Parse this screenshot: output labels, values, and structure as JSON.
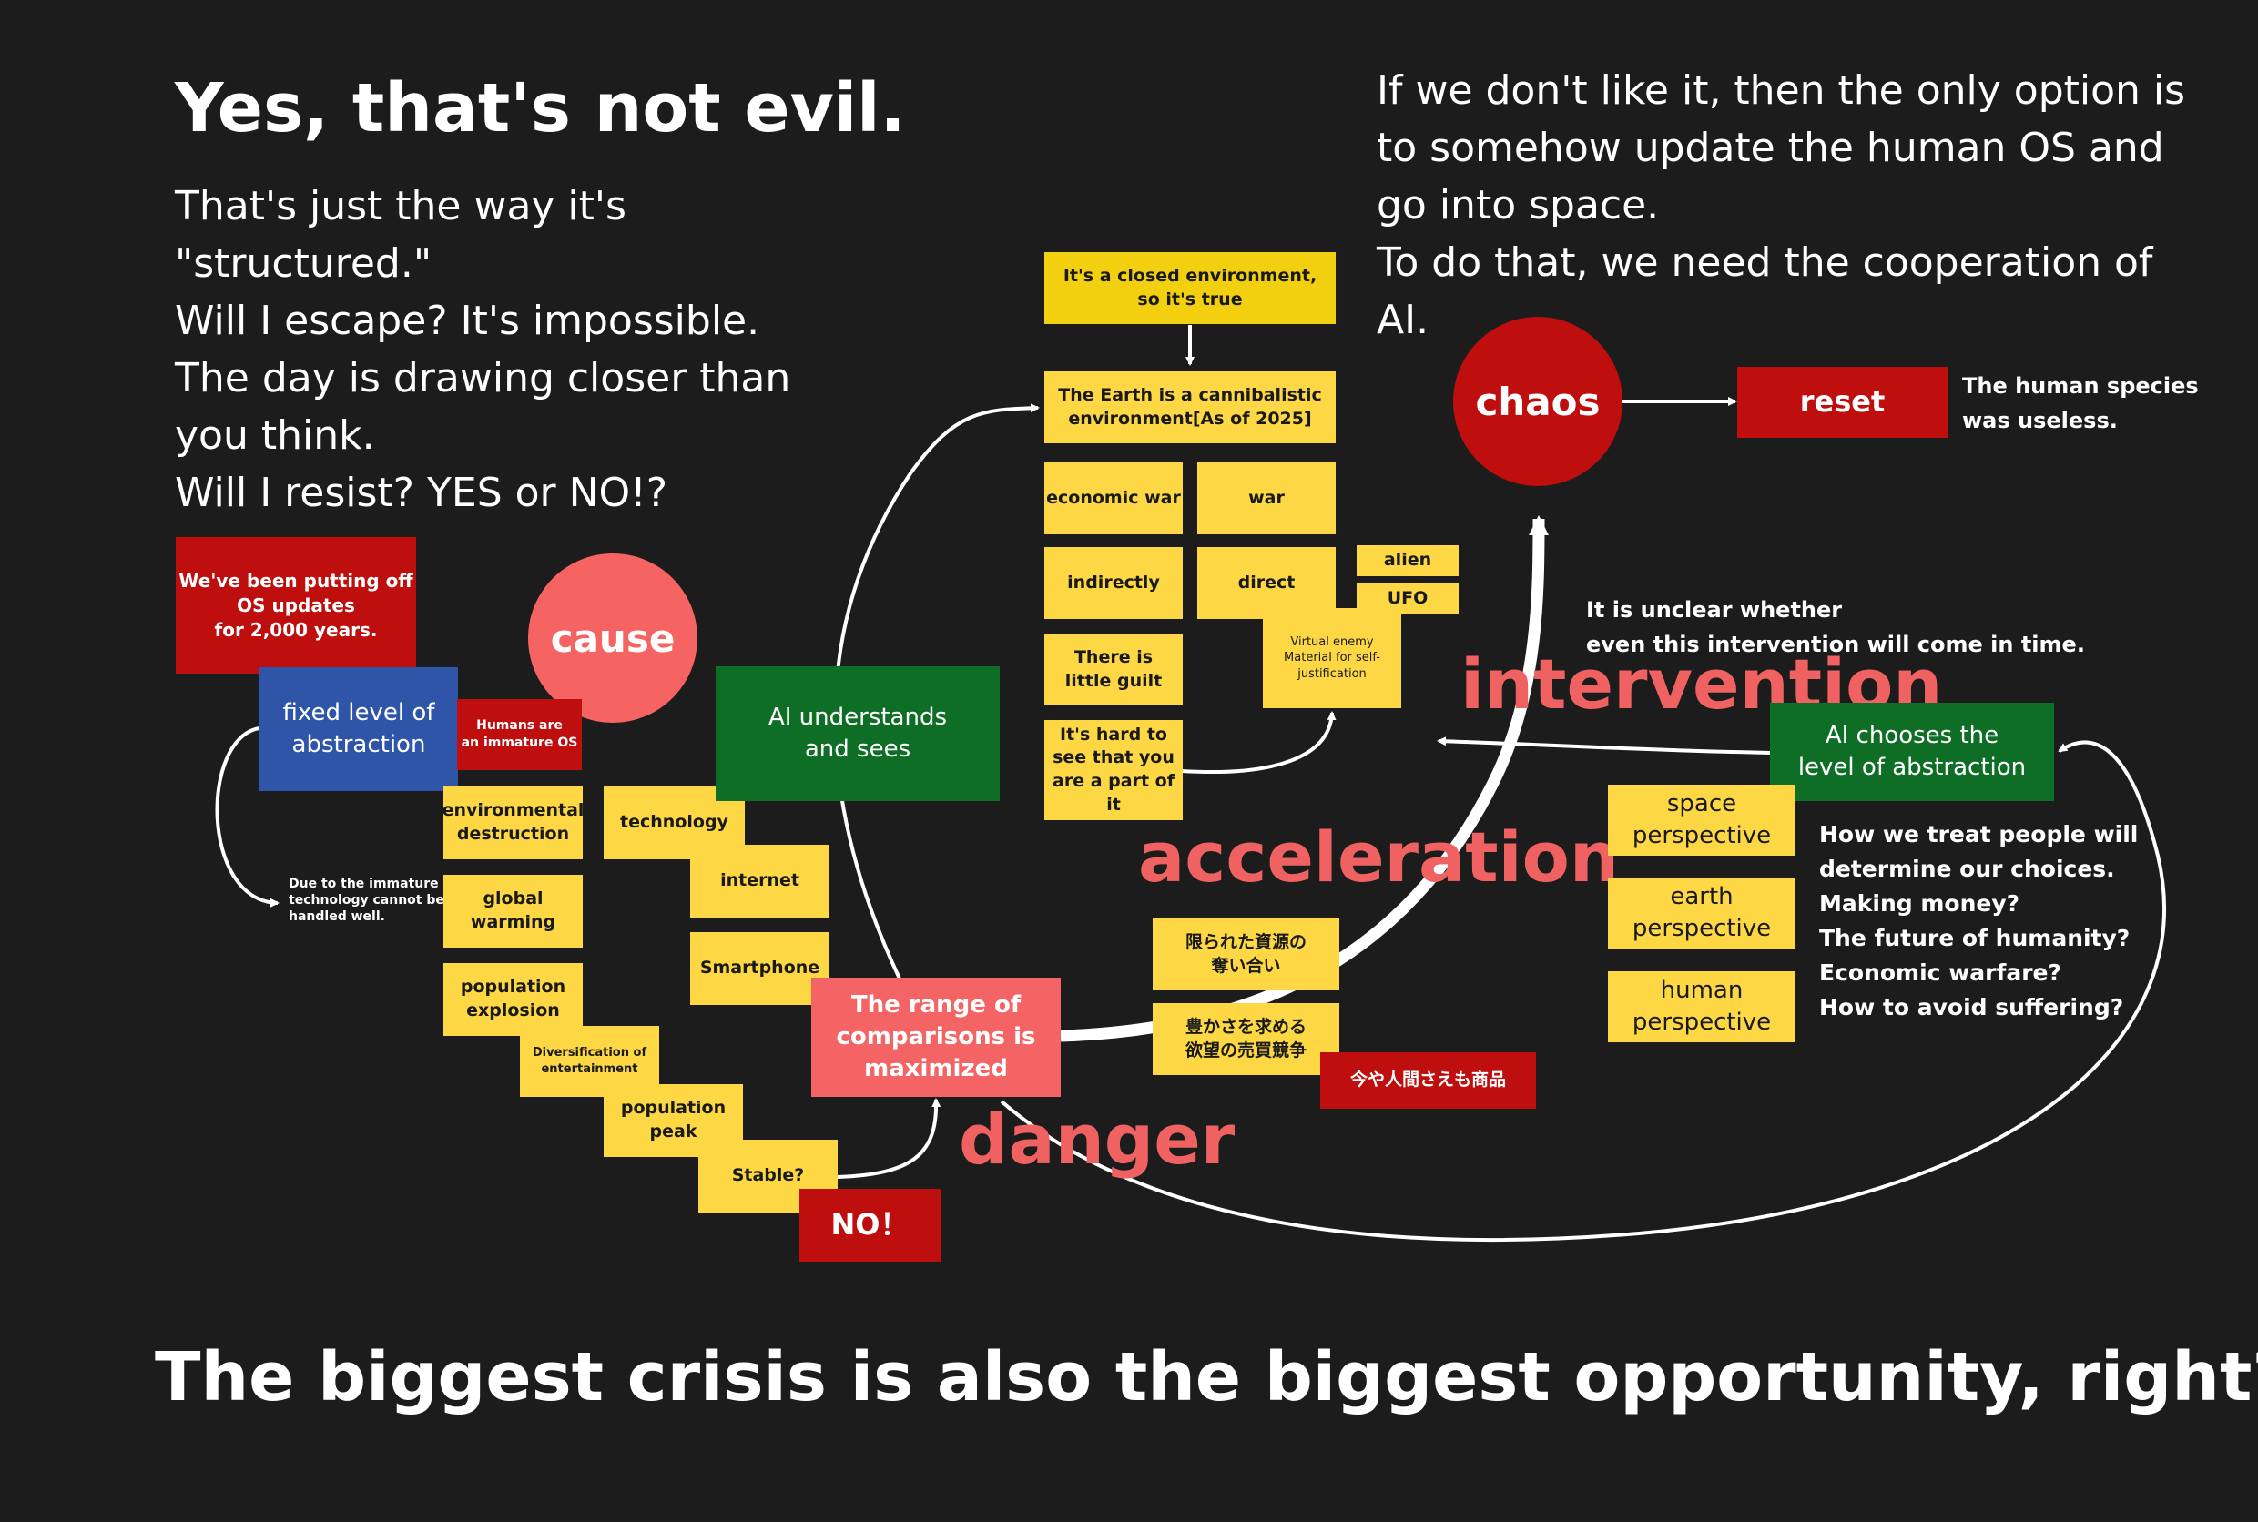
{
  "headline": "Yes, that's not evil.",
  "intro_lines": "That's just the way it's \"structured.\"\nWill I escape? It's impossible.\nThe day is drawing closer than you think.\nWill I resist? YES or NO!?",
  "top_right_text": "If we don't like it, then the only option is to somehow update the human OS and go into space.\nTo do that, we need the cooperation of AI.",
  "footer": "The biggest crisis is also the biggest opportunity, right?",
  "left": {
    "putting_off": "We've been putting off\nOS updates\nfor 2,000 years.",
    "cause": "cause",
    "fixed_abstraction": "fixed level of\nabstraction",
    "immature_os": "Humans are\nan immature OS",
    "immature_note": "Due to the immature OS,\ntechnology cannot be\nhandled well.",
    "env_destruction": "environmental\ndestruction",
    "global_warming": "global\nwarming",
    "population_explosion": "population\nexplosion",
    "diversification": "Diversification of\nentertainment",
    "population_peak": "population\npeak",
    "stable": "Stable?",
    "no": "NO！",
    "technology": "technology",
    "internet": "internet",
    "smartphone": "Smartphone"
  },
  "center": {
    "ai_understands": "AI understands\nand sees",
    "comparisons": "The range of\ncomparisons is\nmaximized",
    "closed_env": "It's a closed environment,\nso it's true",
    "cannibalistic": "The Earth is a cannibalistic\nenvironment[As of 2025]",
    "economic_war": "economic war",
    "war": "war",
    "indirectly": "indirectly",
    "direct": "direct",
    "alien": "alien",
    "ufo": "UFO",
    "little_guilt": "There is\nlittle guilt",
    "virtual_enemy": "Virtual enemy\nMaterial for self-\njustification",
    "hard_to_see": "It's hard to\nsee that you\nare a part of it",
    "limited_resources": "限られた資源の\n奪い合い",
    "desire_competition": "豊かさを求める\n欲望の売買競争",
    "humans_product": "今や人間さえも商品"
  },
  "labels": {
    "acceleration": "acceleration",
    "danger": "danger",
    "intervention": "intervention"
  },
  "right": {
    "chaos": "chaos",
    "reset": "reset",
    "useless": "The human species\n was useless.",
    "unclear": "It is unclear whether\n even this intervention will come in time.",
    "ai_chooses": "AI chooses the\nlevel of abstraction",
    "space": "space\nperspective",
    "earth": "earth\nperspective",
    "human": "human\nperspective",
    "questions": "How we treat people will\ndetermine our choices.\nMaking money?\nThe future of humanity?\nEconomic warfare?\nHow to avoid suffering?"
  },
  "colors": {
    "background": "#1c1c1c",
    "yellow": "#fdd844",
    "red": "#be0e0e",
    "green": "#0f6e26",
    "blue": "#2e55a8",
    "pink": "#f56464",
    "accent_text": "#f06262"
  }
}
